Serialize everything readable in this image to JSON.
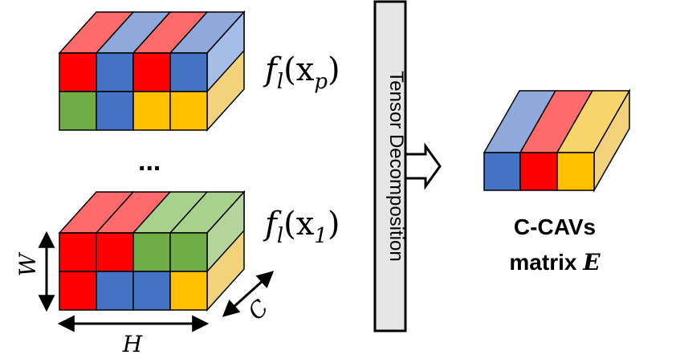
{
  "colors": {
    "red": "#ff0000",
    "blue": "#4472c4",
    "green": "#70ad47",
    "yellow": "#ffc000",
    "gray_box": "#e6e6e6"
  },
  "tensor_top": {
    "label_f": "f",
    "label_sub": "l",
    "label_arg": "(x",
    "label_arg_sub": "p",
    "label_close": ")"
  },
  "ellipsis": "...",
  "tensor_bottom": {
    "label_f": "f",
    "label_sub": "l",
    "label_arg": "(x",
    "label_arg_sub": "1",
    "label_close": ")"
  },
  "dims": {
    "w": "W",
    "h": "H",
    "c": "C"
  },
  "decomposition_box": {
    "label": "Tensor Decomposition"
  },
  "output": {
    "line1": "C-CAVs",
    "line2_prefix": "matrix ",
    "line2_var": "E"
  }
}
